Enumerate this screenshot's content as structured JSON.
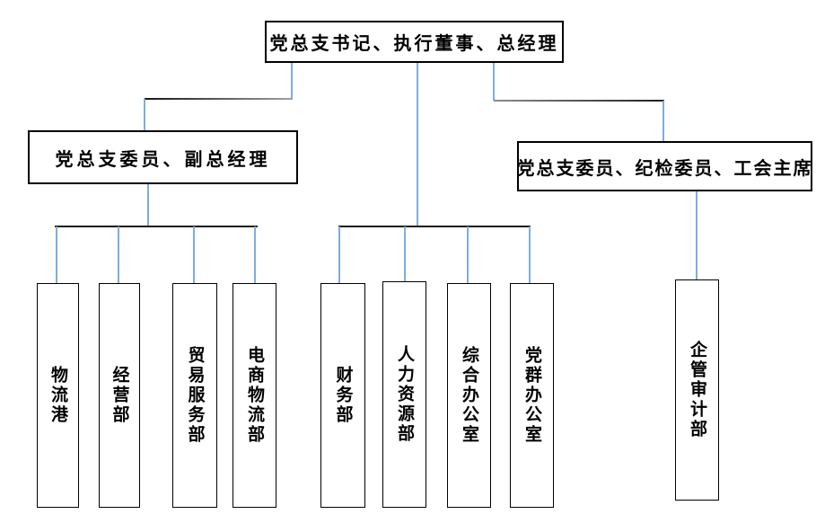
{
  "diagram": {
    "type": "org-chart",
    "root": {
      "label": "党总支书记、执行董事、总经理"
    },
    "level2": {
      "deputy": {
        "label": "党总支委员、副总经理"
      },
      "committee": {
        "label": "党总支委员、纪检委员、工会主席"
      }
    },
    "departments": [
      {
        "label": "物流港",
        "parent": "deputy"
      },
      {
        "label": "经营部",
        "parent": "deputy"
      },
      {
        "label": "贸易服务部",
        "parent": "deputy"
      },
      {
        "label": "电商物流部",
        "parent": "deputy"
      },
      {
        "label": "财务部",
        "parent": "root"
      },
      {
        "label": "人力资源部",
        "parent": "root"
      },
      {
        "label": "综合办公室",
        "parent": "root"
      },
      {
        "label": "党群办公室",
        "parent": "root"
      },
      {
        "label": "企管审计部",
        "parent": "committee"
      }
    ],
    "colors": {
      "box_border": "#000000",
      "box_fill": "#ffffff",
      "text": "#000000",
      "connector_vertical_blue": "#5b9bd5",
      "connector_horizontal_dark": "#161616",
      "background": "#ffffff"
    }
  }
}
